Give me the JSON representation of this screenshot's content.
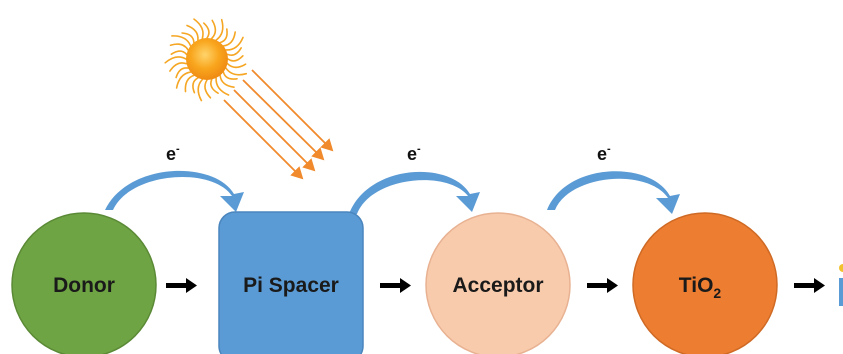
{
  "nodes": {
    "donor": {
      "label": "Donor",
      "color": "#6fa444"
    },
    "pi_spacer": {
      "label": "Pi Spacer",
      "color": "#5b9bd5"
    },
    "acceptor": {
      "label": "Acceptor",
      "color": "#f8cbad"
    },
    "tio2": {
      "label": "TiO",
      "subscript": "2",
      "color": "#ed7d31"
    }
  },
  "electron_transfers": [
    {
      "label": "e",
      "charge": "-"
    },
    {
      "label": "e",
      "charge": "-"
    },
    {
      "label": "e",
      "charge": "-"
    }
  ],
  "colors": {
    "transfer_arrow": "#5b9bd5",
    "flow_arrow": "#000000",
    "sun": "#f5a623",
    "sun_core": "#f7a21c",
    "light_rays": "#f08a2c"
  },
  "icons": {
    "sun": "sun-icon",
    "light_rays": "light-rays-icon"
  }
}
